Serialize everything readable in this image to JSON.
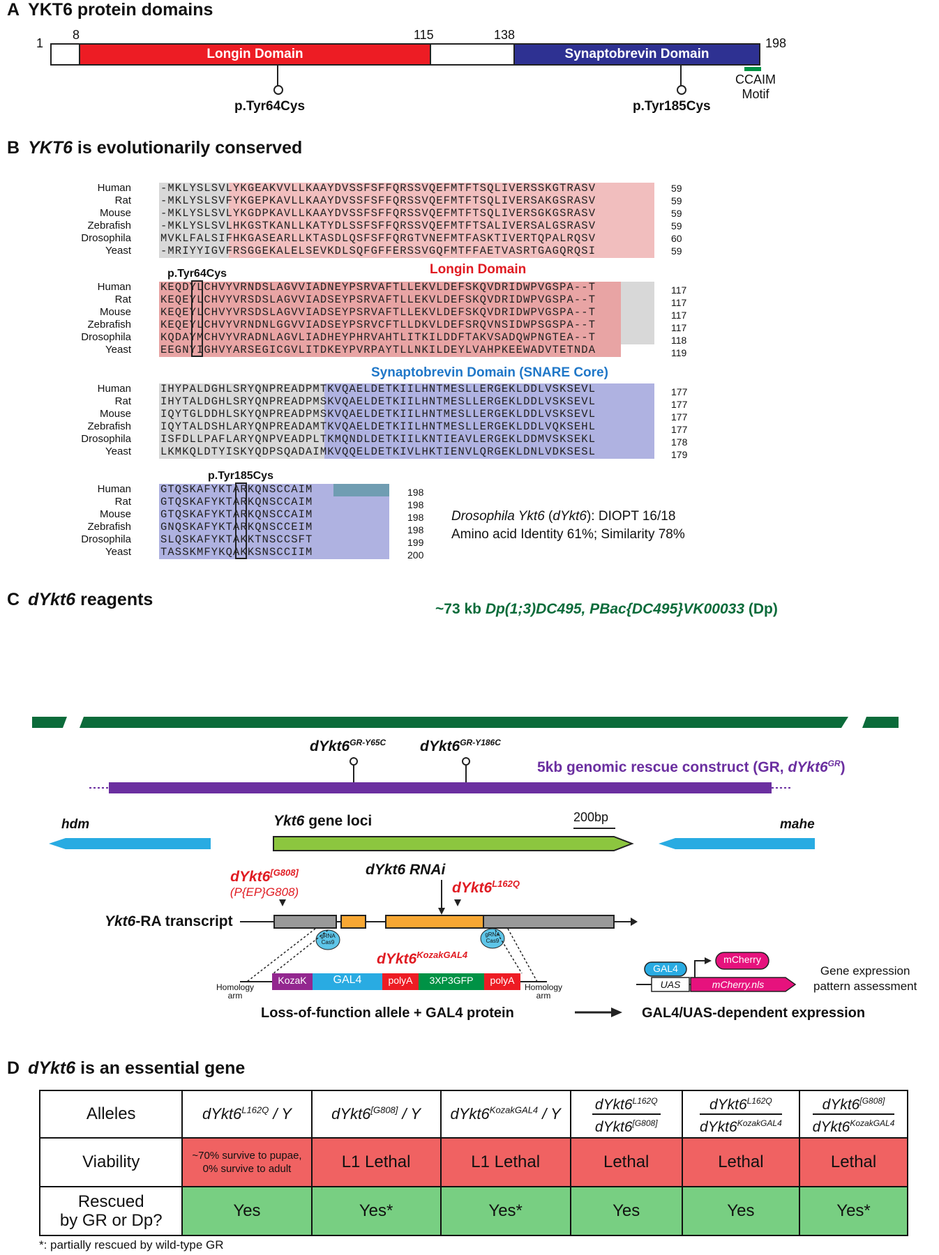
{
  "panelA": {
    "letter": "A",
    "title": "YKT6 protein domains",
    "positions": [
      "1",
      "8",
      "115",
      "138",
      "198"
    ],
    "longin": "Longin Domain",
    "synaptobrevin": "Synaptobrevin Domain",
    "mut1": "p.Tyr64Cys",
    "mut2": "p.Tyr185Cys",
    "motif_line1": "CCAIM",
    "motif_line2": "Motif",
    "colors": {
      "longin": "#ed1c24",
      "synaptobrevin": "#2e3192",
      "motif": "#009245"
    }
  },
  "panelB": {
    "letter": "B",
    "title_italic": "YKT6",
    "title_rest": " is evolutionarily conserved",
    "species": [
      "Human",
      "Rat",
      "Mouse",
      "Zebrafish",
      "Drosophila",
      "Yeast"
    ],
    "block1": {
      "seqs": [
        "-MKLYSLSVLYKGEAKVVLLKAAYDVSSFSFFQRSSVQEFMTFTSQLIVERSSKGTRASV",
        "-MKLYSLSVFYKGEPKAVLLKAAYDVSSFSFFQRSSVQEFMTFTSQLIVERSAKGSRASV",
        "-MKLYSLSVLYKGDPKAVLLKAAYDVSSFSFFQRSSVQEFMTFTSQLIVERSGKGSRASV",
        "-MKLYSLSVLHKGSTKANLLKATYDLSSFSFFQRSSVQEFMTFTSALIVERSALGSRASV",
        "MVKLFALSIFHKGASEARLLKTASDLQSFSFFQRGTVNEFMTFASKTIVERTQPALRQSV",
        "-MRIYYIGVFRSGGEKALELSEVKDLSQFGFFERSSVGQFMTFFAETVASRTGAGQRQSI"
      ],
      "nums": [
        "59",
        "59",
        "59",
        "59",
        "60",
        "59"
      ]
    },
    "block2": {
      "mut_label": "p.Tyr64Cys",
      "domain_label": "Longin Domain",
      "seqs": [
        "KEQDYLCHVYVRNDSLAGVVIADNEYPSRVAFTLLEKVLDEFSKQVDRIDWPVGSPA--T",
        "KEQEYLCHVYVRSDSLAGVVIADSEYPSRVAFTLLEKVLDEFSKQVDRIDWPVGSPA--T",
        "KEQEYLCHVYVRSDSLAGVVIADSEYPSRVAFTLLEKVLDEFSKQVDRIDWPVGSPA--T",
        "KEQEYLCHVYVRNDNLGGVVIADSEYPSRVCFTLLDKVLDEFSRQVNSIDWPSGSPA--T",
        "KQDAYMCHVYVRADNLAGVLIADHEYPHRVAHTLITKILDDFTAKVSADQWPNGTEA--T",
        "EEGNYIGHVYARSEGICGVLITDKEYPVRPAYTLLNKILDEYLVAHPKEEWADVTETNDA"
      ],
      "nums": [
        "117",
        "117",
        "117",
        "117",
        "118",
        "119"
      ]
    },
    "block3": {
      "domain_label": "Synaptobrevin Domain (SNARE Core)",
      "seqs": [
        "IHYPALDGHLSRYQNPREADPMTKVQAELDETKIILHNTMESLLERGEKLDDLVSKSEVL",
        "IHYTALDGHLSRYQNPREADPMSKVQAELDETKIILHNTMESLLERGEKLDDLVSKSEVL",
        "IQYTGLDDHLSKYQNPREADPMSKVQAELDETKIILHNTMESLLERGEKLDDLVSKSEVL",
        "IQYTALDSHLARYQNPREADAMTKVQAELDETKIILHNTMESLLERGEKLDDLVQKSEHL",
        "ISFDLLPAFLARYQNPVEADPLTKMQNDLDETKIILKNTIEAVLERGEKLDDMVSKSEKL",
        "LKMKQLDTYISKYQDPSQADAIMKVQQELDETKIVLHKTIENVLQRGEKLDNLVDKSESL"
      ],
      "nums": [
        "177",
        "177",
        "177",
        "177",
        "178",
        "179"
      ]
    },
    "block4": {
      "mut_label": "p.Tyr185Cys",
      "seqs": [
        "GTQSKAFYKTARKQNSCCAIM",
        "GTQSKAFYKTARKQNSCCAIM",
        "GTQSKAFYKTARKQNSCCAIM",
        "GNQSKAFYKTARKQNSCCEIM",
        "SLQSKAFYKTAKKTNSCCSFT",
        "TASSKMFYKQAKKSNSCCIIM"
      ],
      "nums": [
        "198",
        "198",
        "198",
        "198",
        "199",
        "200"
      ]
    },
    "note_line1_italic": "Drosophila Ykt6",
    "note_line1_mid": " (",
    "note_line1_italic2": "dYkt6",
    "note_line1_rest": "): DIOPT 16/18",
    "note_line2": "Amino acid Identity 61%; Similarity 78%"
  },
  "panelC": {
    "letter": "C",
    "title_italic": "dYkt6",
    "title_rest": " reagents",
    "dp_label_prefix": "~73 kb ",
    "dp_label_italic": "Dp(1;3)DC495, PBac{DC495}VK00033",
    "dp_label_suffix": " (Dp)",
    "gr_y65c_base": "dYkt6",
    "gr_y65c_sup": "GR-Y65C",
    "gr_y186c_base": "dYkt6",
    "gr_y186c_sup": "GR-Y186C",
    "gr_label_prefix": "5kb genomic rescue construct (GR, ",
    "gr_label_italic": "dYkt6",
    "gr_label_sup": "GR",
    "gr_label_suffix": ")",
    "hdm": "hdm",
    "mahe": "mahe",
    "gene_italic": "Ykt6",
    "gene_rest": " gene loci",
    "scale": "200bp",
    "g808_base": "dYkt6",
    "g808_sup": "[G808]",
    "g808_sub": "(P{EP}G808)",
    "rnai": "dYkt6 RNAi",
    "l162q_base": "dYkt6",
    "l162q_sup": "L162Q",
    "transcript_italic": "Ykt6",
    "transcript_rest": "-RA transcript",
    "grna1": "gRNA",
    "cas1": "Cas9",
    "kozakgal4_base": "dYkt6",
    "kozakgal4_sup": "KozakGAL4",
    "homology_left_1": "Homology",
    "homology_left_2": "arm",
    "homology_right_1": "Homology",
    "homology_right_2": "arm",
    "cassette": [
      "KozaK",
      "GAL4",
      "polyA",
      "3XP3GFP",
      "polyA"
    ],
    "lof_label": "Loss-of-function allele + GAL4 protein",
    "gal4": "GAL4",
    "uas": "UAS",
    "mcherry": "mCherry",
    "mcherry_nls": "mCherry.nls",
    "expr_line1": "Gene expression",
    "expr_line2": "pattern assessment",
    "uas_label": "GAL4/UAS-dependent expression"
  },
  "panelD": {
    "letter": "D",
    "title_italic": "dYkt6",
    "title_rest": " is an essential gene",
    "row_headers": [
      "Alleles",
      "Viability",
      "Rescued"
    ],
    "row_header3_line2": "by GR or Dp?",
    "allele1_base": "dYkt6",
    "allele1_sup": "L162Q",
    "allele1_rest": " / Y",
    "allele2_base": "dYkt6",
    "allele2_sup": "[G808]",
    "allele2_rest": " / Y",
    "allele3_base": "dYkt6",
    "allele3_sup": "KozakGAL4",
    "allele3_rest": " / Y",
    "frac4_top": "dYkt6",
    "frac4_top_sup": "L162Q",
    "frac4_bot": "dYkt6",
    "frac4_bot_sup": "[G808]",
    "frac5_top": "dYkt6",
    "frac5_top_sup": "L162Q",
    "frac5_bot": "dYkt6",
    "frac5_bot_sup": "KozakGAL4",
    "frac6_top": "dYkt6",
    "frac6_top_sup": "[G808]",
    "frac6_bot": "dYkt6",
    "frac6_bot_sup": "KozakGAL4",
    "viability_1a": "~70% survive to pupae,",
    "viability_1b": "0% survive to adult",
    "viability": [
      "L1 Lethal",
      "L1 Lethal",
      "Lethal",
      "Lethal",
      "Lethal"
    ],
    "rescued": [
      "Yes",
      "Yes*",
      "Yes*",
      "Yes",
      "Yes",
      "Yes*"
    ],
    "footnote": "*: partially rescued by wild-type GR"
  }
}
